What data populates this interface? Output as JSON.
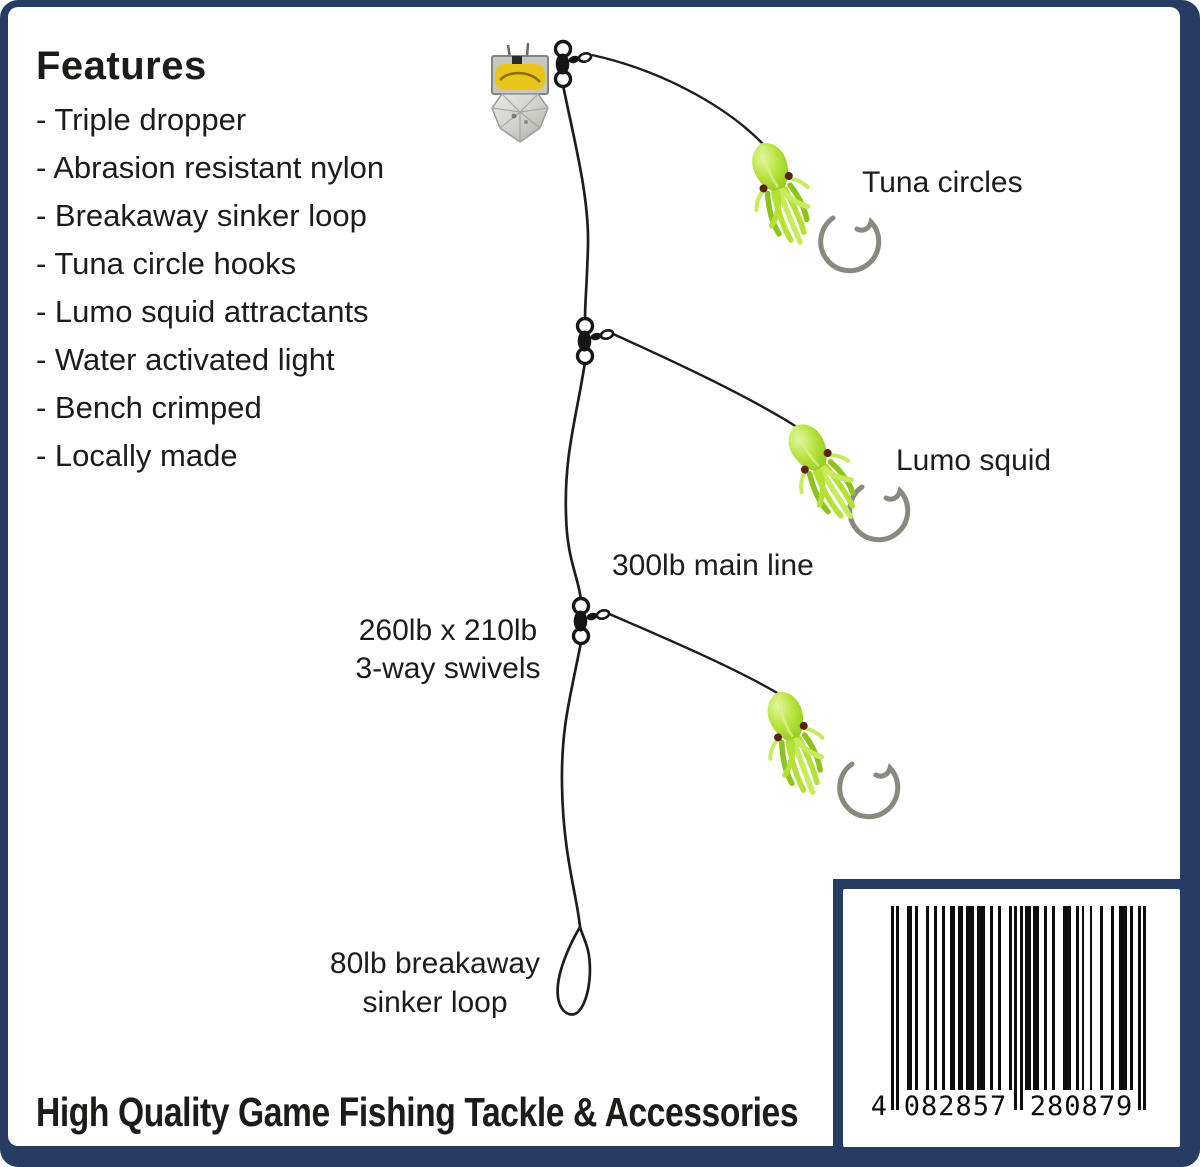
{
  "features": {
    "title": "Features",
    "items": [
      "- Triple dropper",
      "- Abrasion resistant nylon",
      "- Breakaway sinker loop",
      "- Tuna circle hooks",
      "- Lumo squid attractants",
      "- Water activated light",
      "- Bench crimped",
      "- Locally made"
    ]
  },
  "diagram": {
    "labels": {
      "tuna_circles": "Tuna circles",
      "lumo_squid": "Lumo squid",
      "main_line": "300lb main line",
      "swivels_line1": "260lb x 210lb",
      "swivels_line2": "3-way swivels",
      "sinker_line1": "80lb breakaway",
      "sinker_line2": "sinker loop"
    },
    "parts": [
      "water-activated-light",
      "three-way-swivel",
      "main-line",
      "dropper-line",
      "lumo-squid-lure",
      "tuna-circle-hook",
      "breakaway-sinker-loop"
    ]
  },
  "tagline": "High Quality Game Fishing Tackle & Accessories",
  "barcode": {
    "digits": "4082857280879",
    "display_first": "4",
    "display_left": "082857",
    "display_right": "280879"
  },
  "colors": {
    "frame_navy": "#263c62",
    "line_black": "#1d1d1b",
    "squid_green": "#b3e136",
    "squid_green_light": "#e2f7a0",
    "squid_green_dark": "#8cc41c",
    "squid_eye_brown": "#5c2110",
    "hook_grey": "#8b897e",
    "light_yellow": "#e7c51b",
    "barcode_black": "#0d0d0d"
  }
}
